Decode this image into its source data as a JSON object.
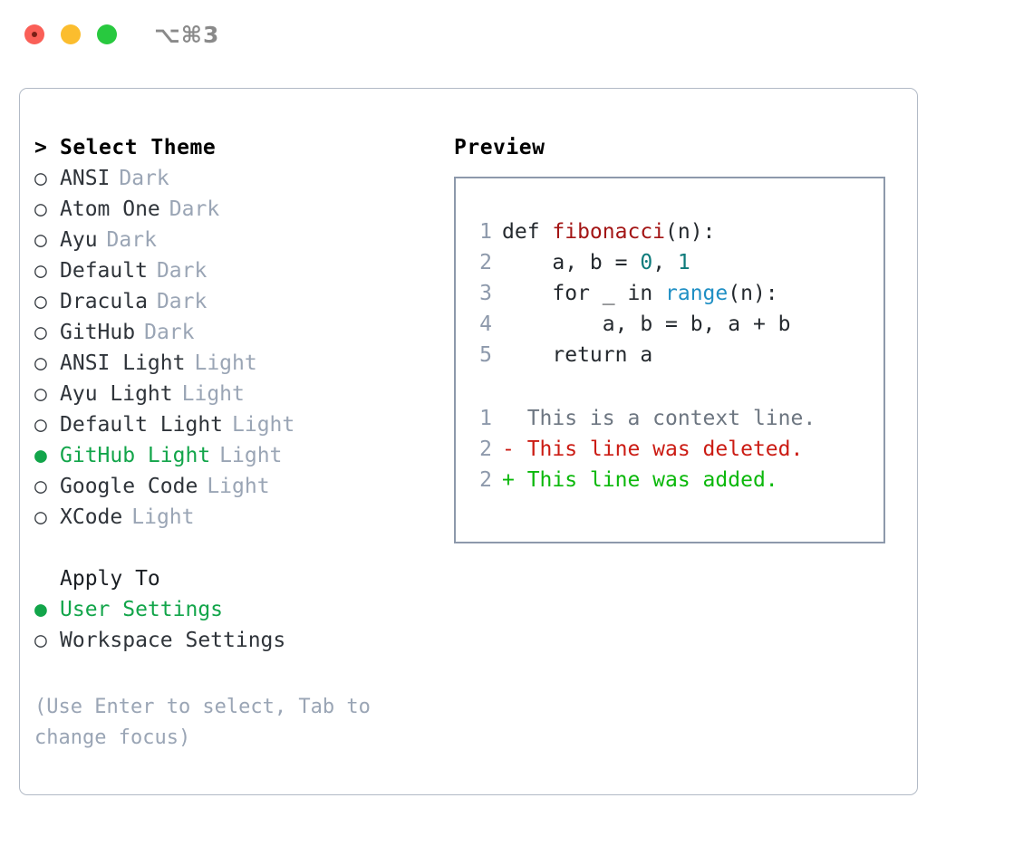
{
  "window": {
    "shortcut_label": "⌥⌘3",
    "traffic_lights": [
      "close",
      "minimize",
      "maximize"
    ]
  },
  "colors": {
    "accent_green": "#12a54a",
    "tag_muted": "#9aa5b5",
    "border": "#b2bac6",
    "preview_border": "#8d99ab",
    "diff_added": "#0bb80b",
    "diff_deleted": "#cb1b13",
    "diff_context": "#6d7681",
    "code_function": "#a31515",
    "code_number": "#0d7b7b",
    "code_builtin": "#1f8fc4"
  },
  "theme_list": {
    "header_marker": ">",
    "header_label": "Select Theme",
    "marker_unselected": "○",
    "marker_selected": "●",
    "items": [
      {
        "name": "ANSI",
        "tag": "Dark",
        "selected": false
      },
      {
        "name": "Atom One",
        "tag": "Dark",
        "selected": false
      },
      {
        "name": "Ayu",
        "tag": "Dark",
        "selected": false
      },
      {
        "name": "Default",
        "tag": "Dark",
        "selected": false
      },
      {
        "name": "Dracula",
        "tag": "Dark",
        "selected": false
      },
      {
        "name": "GitHub",
        "tag": "Dark",
        "selected": false
      },
      {
        "name": "ANSI Light",
        "tag": "Light",
        "selected": false
      },
      {
        "name": "Ayu Light",
        "tag": "Light",
        "selected": false
      },
      {
        "name": "Default Light",
        "tag": "Light",
        "selected": false
      },
      {
        "name": "GitHub Light",
        "tag": "Light",
        "selected": true
      },
      {
        "name": "Google Code",
        "tag": "Light",
        "selected": false
      },
      {
        "name": "XCode",
        "tag": "Light",
        "selected": false
      }
    ]
  },
  "apply_to": {
    "title": "Apply To",
    "options": [
      {
        "label": "User Settings",
        "selected": true
      },
      {
        "label": "Workspace Settings",
        "selected": false
      }
    ]
  },
  "hint": "(Use Enter to select, Tab to change focus)",
  "preview": {
    "title": "Preview",
    "code_lines": [
      {
        "no": "1",
        "parts": [
          {
            "t": "def ",
            "c": "plain"
          },
          {
            "t": "fibonacci",
            "c": "fn"
          },
          {
            "t": "(n):",
            "c": "plain"
          }
        ]
      },
      {
        "no": "2",
        "parts": [
          {
            "t": "    a, b = ",
            "c": "plain"
          },
          {
            "t": "0",
            "c": "num"
          },
          {
            "t": ", ",
            "c": "plain"
          },
          {
            "t": "1",
            "c": "num"
          }
        ]
      },
      {
        "no": "3",
        "parts": [
          {
            "t": "    for _ in ",
            "c": "plain"
          },
          {
            "t": "range",
            "c": "builtin"
          },
          {
            "t": "(n):",
            "c": "plain"
          }
        ]
      },
      {
        "no": "4",
        "parts": [
          {
            "t": "        a, b = b, a + b",
            "c": "plain"
          }
        ]
      },
      {
        "no": "5",
        "parts": [
          {
            "t": "    return a",
            "c": "plain"
          }
        ]
      }
    ],
    "diff_lines": [
      {
        "no": "1",
        "sign": "  ",
        "text": "This is a context line.",
        "kind": "ctx"
      },
      {
        "no": "2",
        "sign": "- ",
        "text": "This line was deleted.",
        "kind": "del"
      },
      {
        "no": "2",
        "sign": "+ ",
        "text": "This line was added.",
        "kind": "add"
      }
    ]
  }
}
